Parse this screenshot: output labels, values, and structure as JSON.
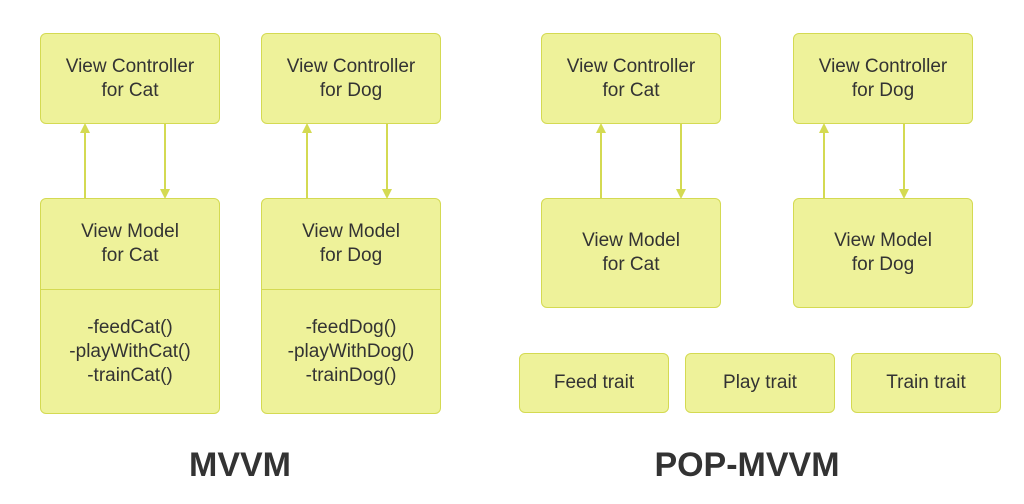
{
  "mvvm": {
    "heading": "MVVM",
    "vc_cat": [
      "View Controller",
      "for Cat"
    ],
    "vc_dog": [
      "View Controller",
      "for Dog"
    ],
    "vm_cat": [
      "View Model",
      "for Cat"
    ],
    "vm_dog": [
      "View Model",
      "for Dog"
    ],
    "methods_cat": [
      "-feedCat()",
      "-playWithCat()",
      "-trainCat()"
    ],
    "methods_dog": [
      "-feedDog()",
      "-playWithDog()",
      "-trainDog()"
    ]
  },
  "pop_mvvm": {
    "heading": "POP-MVVM",
    "vc_cat": [
      "View Controller",
      "for Cat"
    ],
    "vc_dog": [
      "View Controller",
      "for Dog"
    ],
    "vm_cat": [
      "View Model",
      "for Cat"
    ],
    "vm_dog": [
      "View Model",
      "for Dog"
    ],
    "traits": [
      "Feed trait",
      "Play trait",
      "Train trait"
    ]
  },
  "colors": {
    "box_fill": "#eef29a",
    "box_border": "#d4da52",
    "arrow": "#d4da52",
    "text": "#333333"
  }
}
